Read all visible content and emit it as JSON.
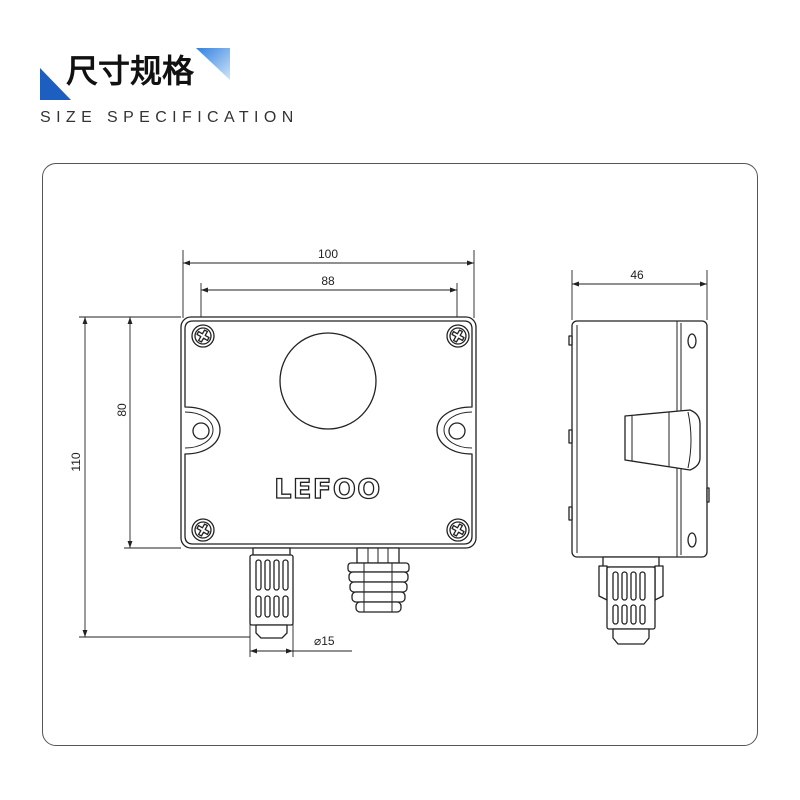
{
  "header": {
    "title": "尺寸规格",
    "subtitle": "SIZE SPECIFICATION"
  },
  "front_view": {
    "brand": "LEFOO",
    "dimensions": {
      "overall_width": "100",
      "mounting_hole_spacing": "88",
      "body_height": "80",
      "overall_height": "110",
      "probe_diameter": "⌀15"
    }
  },
  "side_view": {
    "dimensions": {
      "depth": "46"
    }
  },
  "colors": {
    "accent_dark": "#1d5fc0",
    "accent_light": "#6fb2f0",
    "drawing_line": "#222222",
    "frame_border": "#555555"
  }
}
